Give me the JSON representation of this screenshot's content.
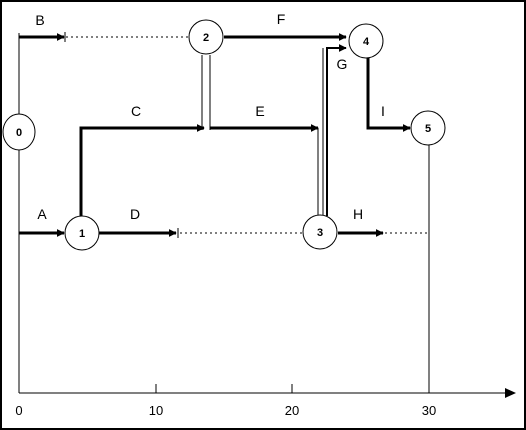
{
  "nodes": [
    {
      "id": "0",
      "label": "0"
    },
    {
      "id": "1",
      "label": "1"
    },
    {
      "id": "2",
      "label": "2"
    },
    {
      "id": "3",
      "label": "3"
    },
    {
      "id": "4",
      "label": "4"
    },
    {
      "id": "5",
      "label": "5"
    }
  ],
  "activities": [
    {
      "label": "A",
      "from": "0",
      "to": "1"
    },
    {
      "label": "B",
      "from": "0",
      "to": "2"
    },
    {
      "label": "C",
      "from": "1",
      "to": "2"
    },
    {
      "label": "D",
      "from": "1",
      "to": "3"
    },
    {
      "label": "E",
      "from": "2",
      "to": "3"
    },
    {
      "label": "F",
      "from": "2",
      "to": "4"
    },
    {
      "label": "G",
      "from": "3",
      "to": "4"
    },
    {
      "label": "H",
      "from": "3",
      "to": "5"
    },
    {
      "label": "I",
      "from": "4",
      "to": "5"
    }
  ],
  "axis": {
    "ticks": [
      "0",
      "10",
      "20",
      "30"
    ]
  }
}
